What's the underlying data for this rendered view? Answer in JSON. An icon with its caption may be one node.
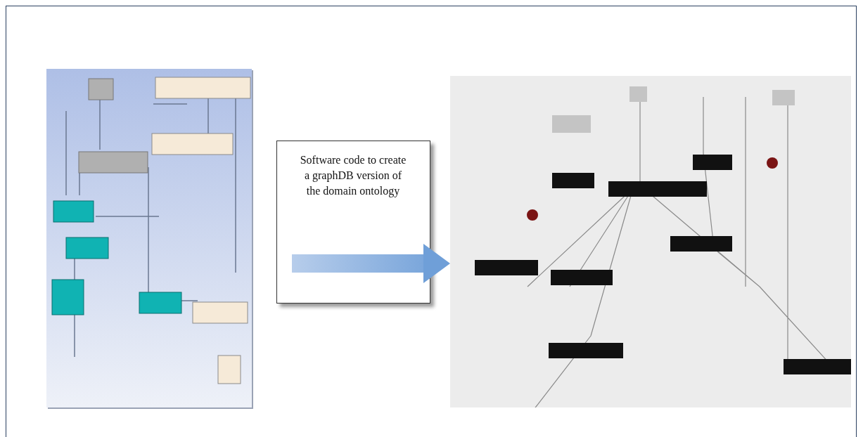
{
  "diagram": {
    "nodes": [
      {
        "text": [
          "Software code to create a graphDB version of the domain ontology"
        ]
      },
      {
        "text": [],
        "shape": "picture"
      }
    ],
    "edges": [
      {
        "from": 0,
        "to": 1,
        "arrow": "to"
      }
    ]
  }
}
